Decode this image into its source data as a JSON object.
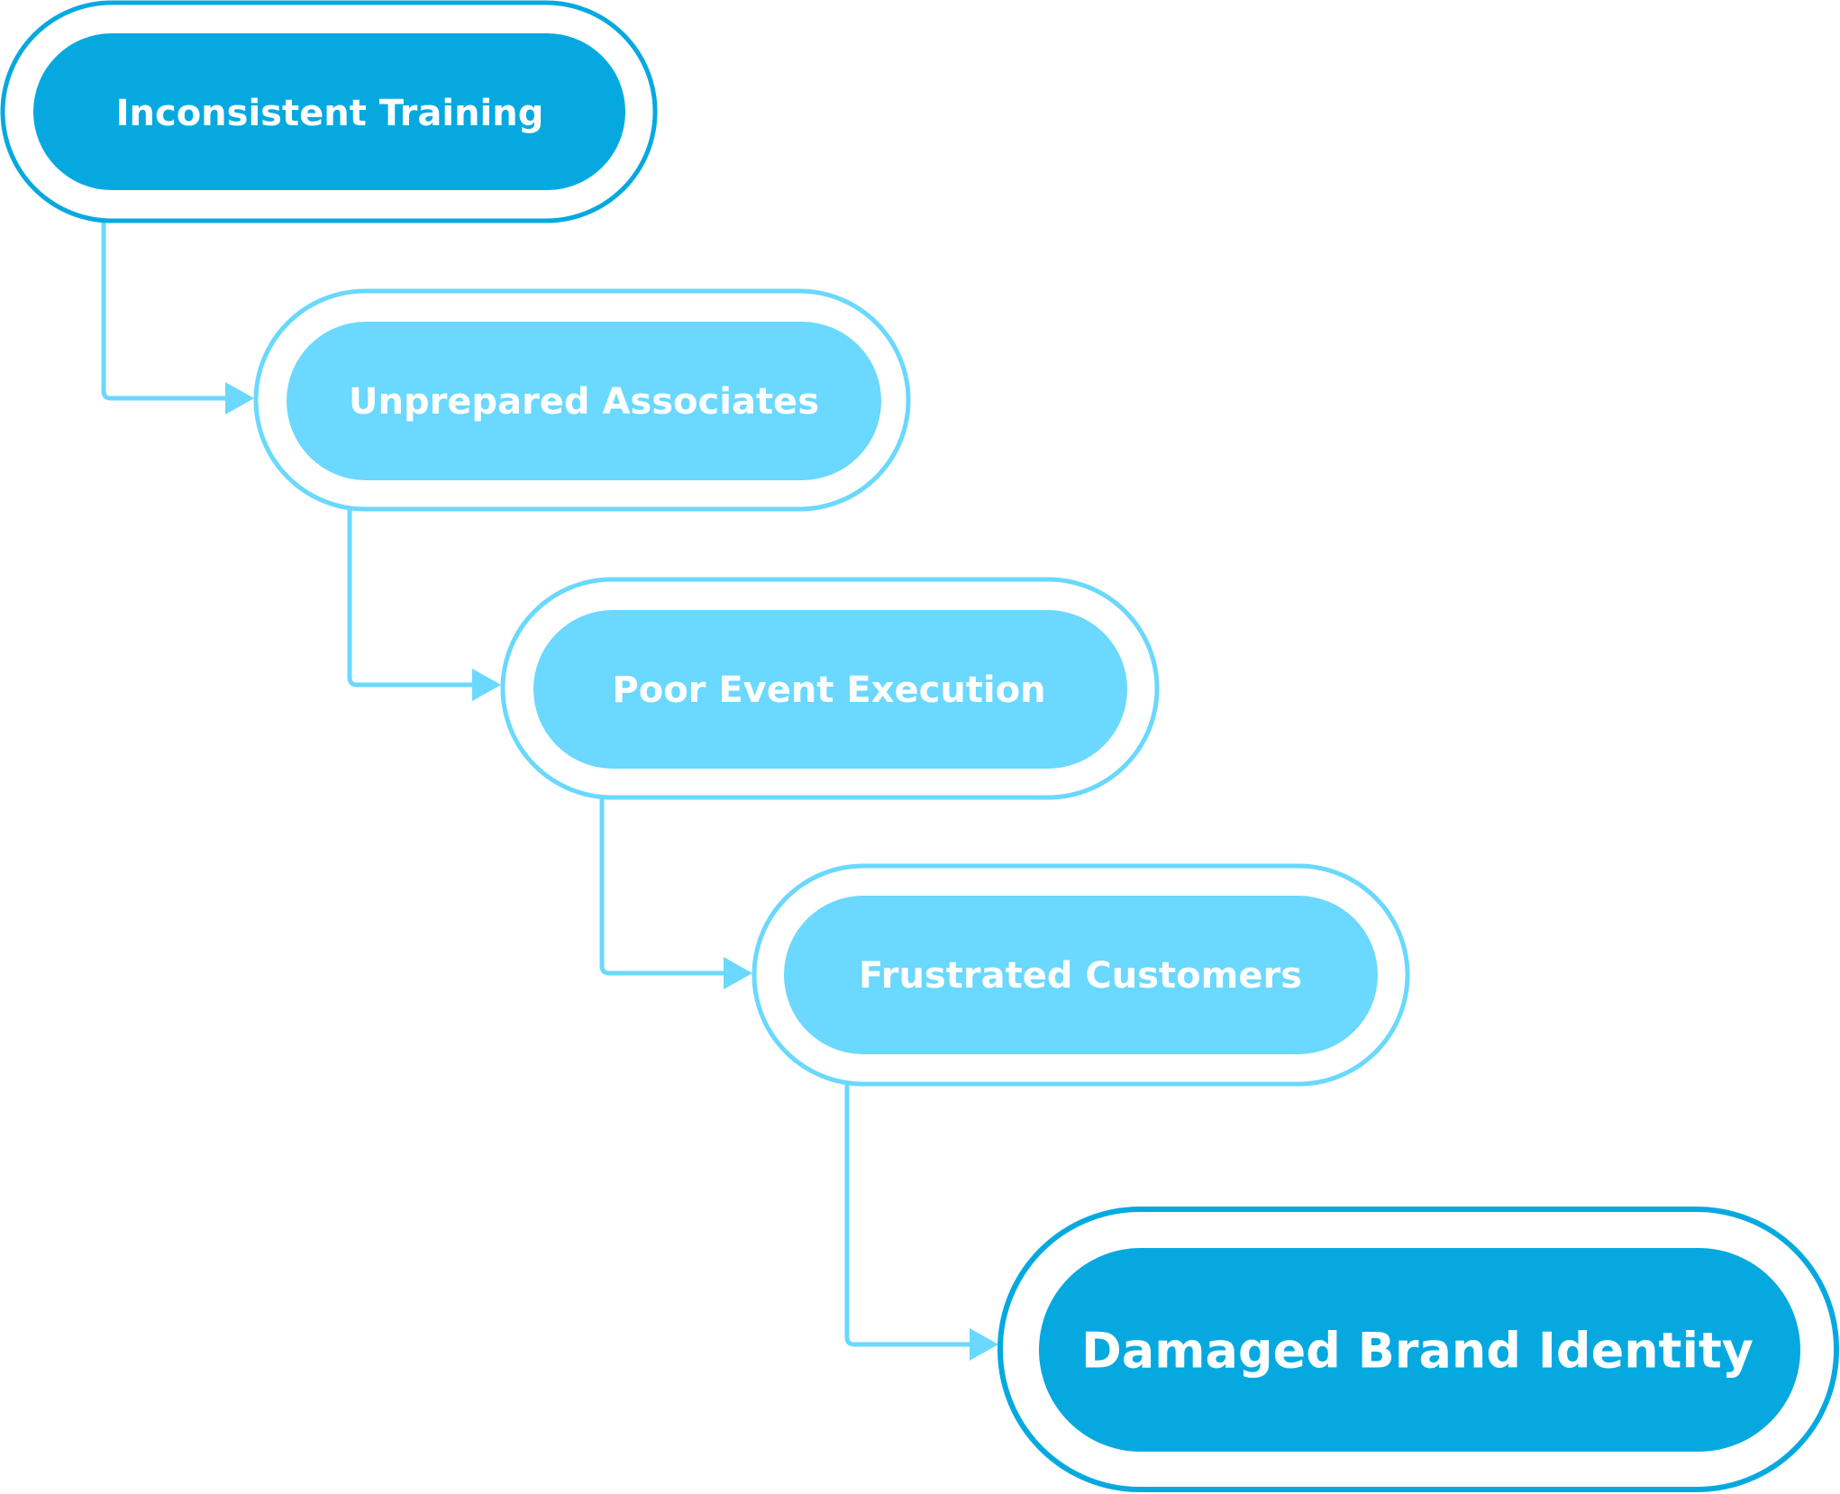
{
  "colors": {
    "primary": "#05A9E0",
    "secondary": "#6AD8FF",
    "text": "#FFFFFF",
    "background": "#FFFFFF"
  },
  "flow": {
    "nodes": [
      {
        "label": "Inconsistent Training",
        "color": "#05A9E0"
      },
      {
        "label": "Unprepared Associates",
        "color": "#6AD8FF"
      },
      {
        "label": "Poor Event Execution",
        "color": "#6AD8FF"
      },
      {
        "label": "Frustrated Customers",
        "color": "#6AD8FF"
      },
      {
        "label": "Damaged Brand Identity",
        "color": "#05A9E0"
      }
    ],
    "connectors": [
      {
        "from": 0,
        "to": 1,
        "color": "#6AD8FF"
      },
      {
        "from": 1,
        "to": 2,
        "color": "#6AD8FF"
      },
      {
        "from": 2,
        "to": 3,
        "color": "#6AD8FF"
      },
      {
        "from": 3,
        "to": 4,
        "color": "#6AD8FF"
      }
    ]
  }
}
